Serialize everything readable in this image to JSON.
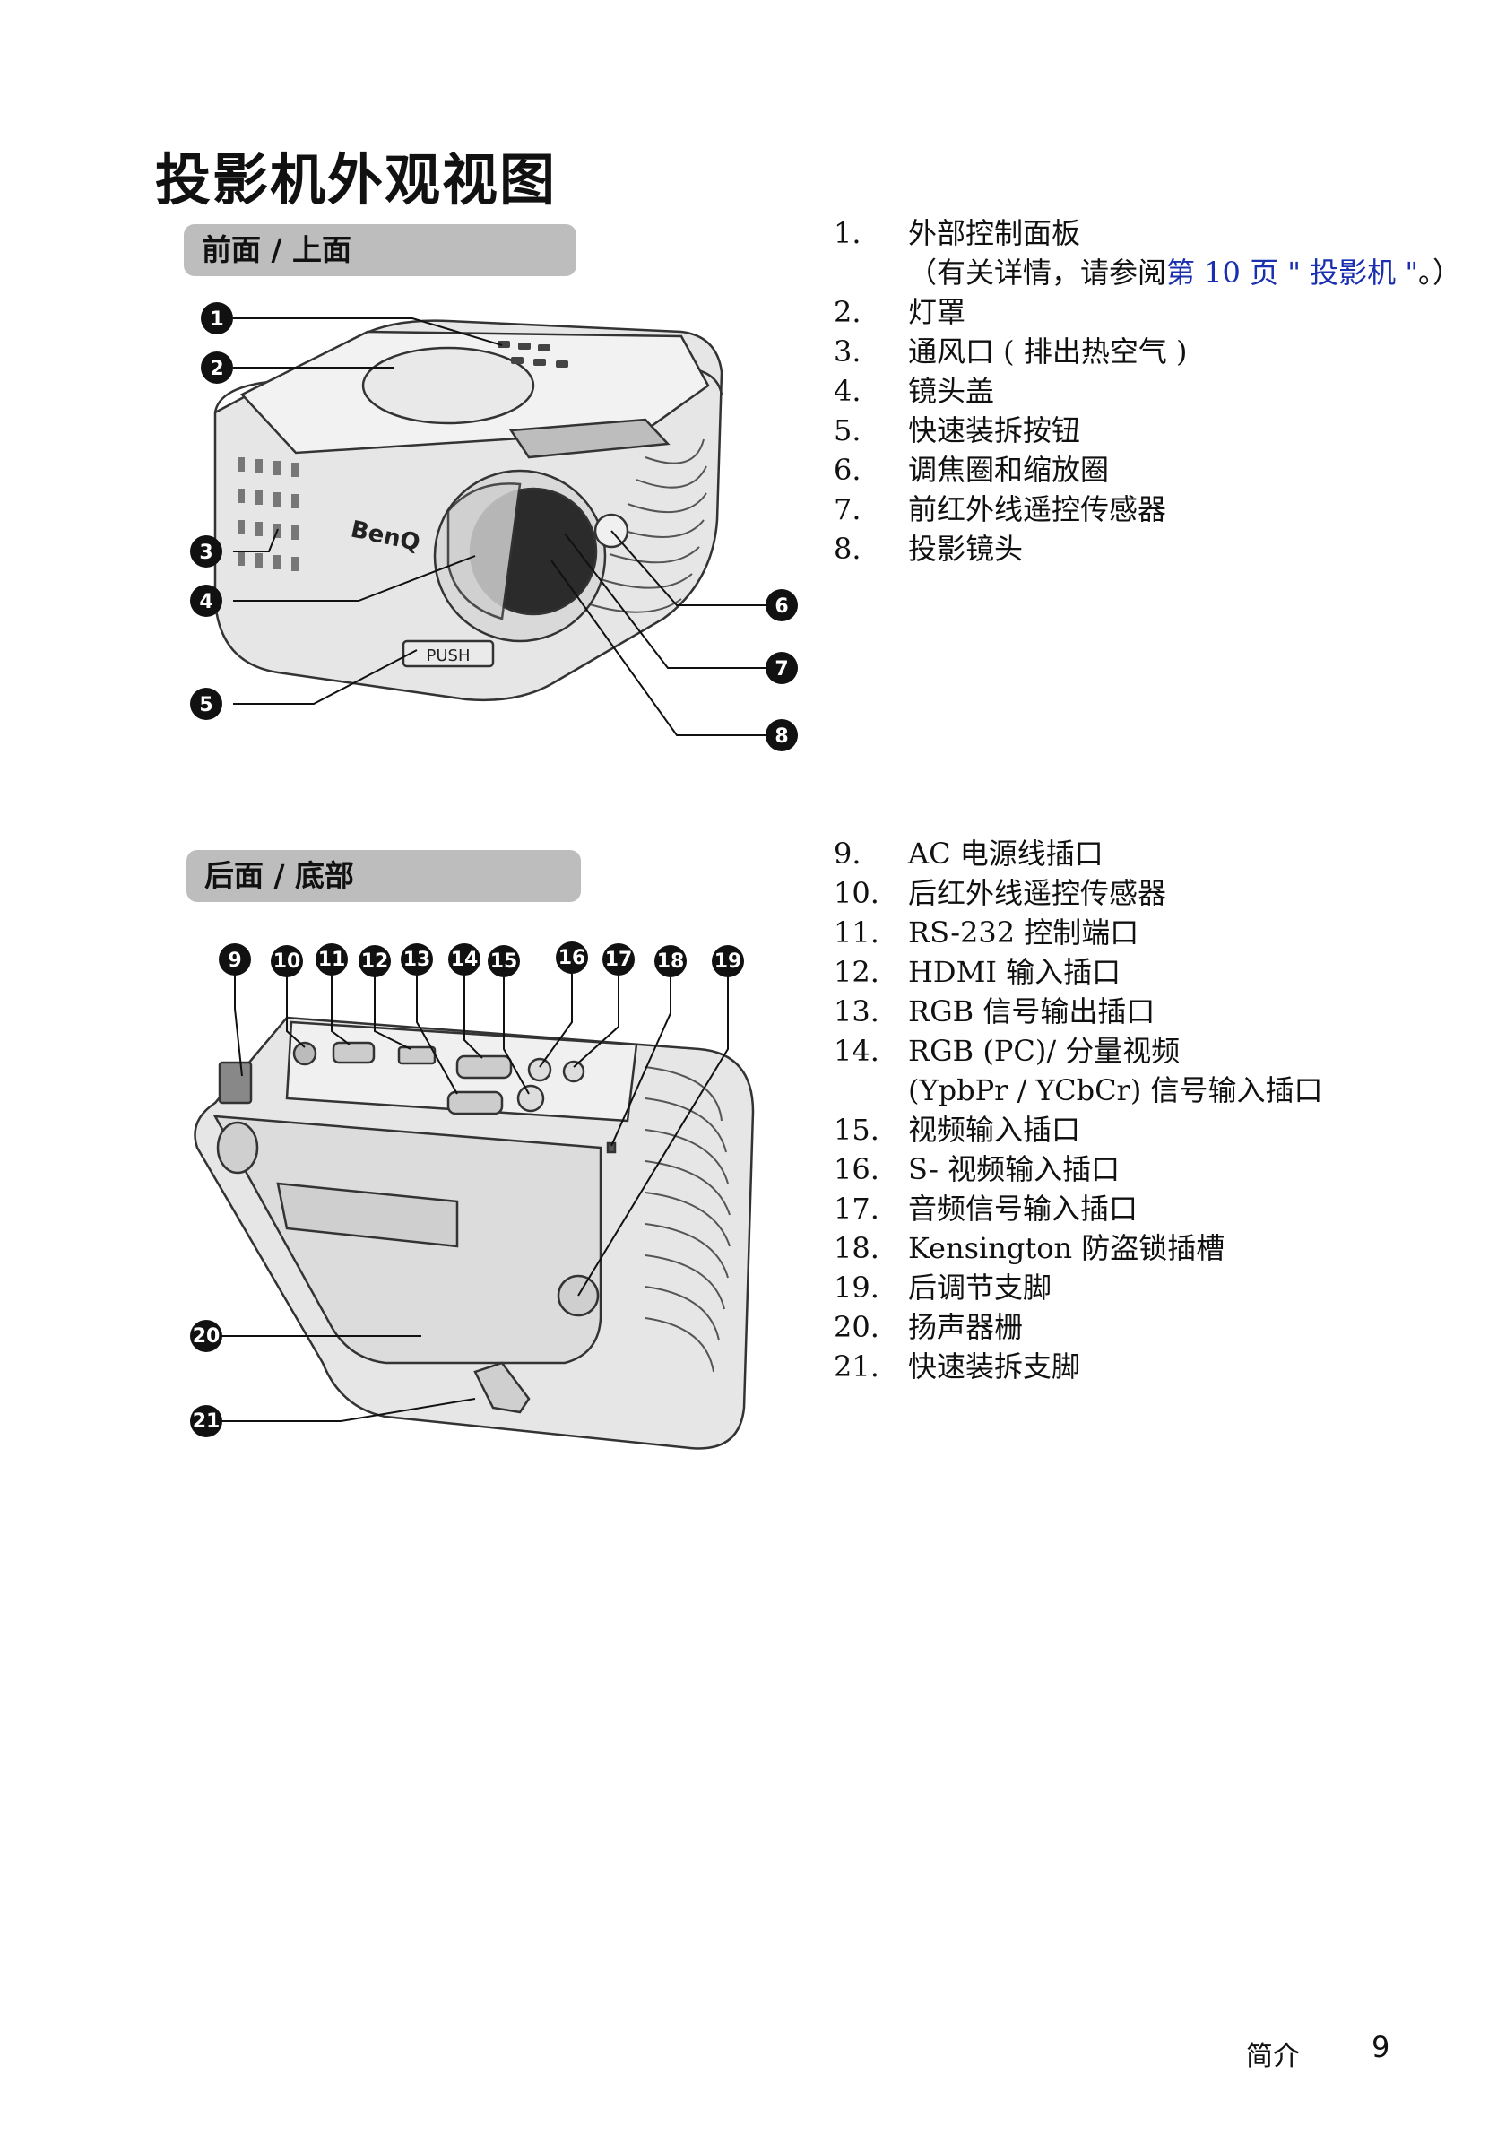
{
  "page_title": "投影机外观视图",
  "front": {
    "heading": "前面 / 上面",
    "push_label": "PUSH",
    "brand_logo": "BenQ",
    "items": [
      {
        "num": "1.",
        "text": "外部控制面板",
        "note_prefix": "（有关详情，请参阅",
        "note_link": "第 10 页 \" 投影机 \"",
        "note_suffix": "。）"
      },
      {
        "num": "2.",
        "text": "灯罩"
      },
      {
        "num": "3.",
        "text": "通风口 ( 排出热空气 )"
      },
      {
        "num": "4.",
        "text": "镜头盖"
      },
      {
        "num": "5.",
        "text": "快速装拆按钮"
      },
      {
        "num": "6.",
        "text": "调焦圈和缩放圈"
      },
      {
        "num": "7.",
        "text": "前红外线遥控传感器"
      },
      {
        "num": "8.",
        "text": "投影镜头"
      }
    ],
    "callouts": [
      "1",
      "2",
      "3",
      "4",
      "5",
      "6",
      "7",
      "8"
    ]
  },
  "rear": {
    "heading": "后面 / 底部",
    "items": [
      {
        "num": "9.",
        "text": "AC 电源线插口"
      },
      {
        "num": "10.",
        "text": "后红外线遥控传感器"
      },
      {
        "num": "11.",
        "text": "RS-232 控制端口"
      },
      {
        "num": "12.",
        "text": "HDMI 输入插口"
      },
      {
        "num": "13.",
        "text": "RGB 信号输出插口"
      },
      {
        "num": "14.",
        "text": "RGB (PC)/ 分量视频",
        "cont": "(YpbPr / YCbCr) 信号输入插口"
      },
      {
        "num": "15.",
        "text": "视频输入插口"
      },
      {
        "num": "16.",
        "text": "S- 视频输入插口"
      },
      {
        "num": "17.",
        "text": "音频信号输入插口"
      },
      {
        "num": "18.",
        "text": "Kensington 防盗锁插槽"
      },
      {
        "num": "19.",
        "text": "后调节支脚"
      },
      {
        "num": "20.",
        "text": "扬声器栅"
      },
      {
        "num": "21.",
        "text": "快速装拆支脚"
      }
    ],
    "callouts": [
      "9",
      "10",
      "11",
      "12",
      "13",
      "14",
      "15",
      "16",
      "17",
      "18",
      "19",
      "20",
      "21"
    ]
  },
  "footer": {
    "section": "简介",
    "page": "9"
  }
}
